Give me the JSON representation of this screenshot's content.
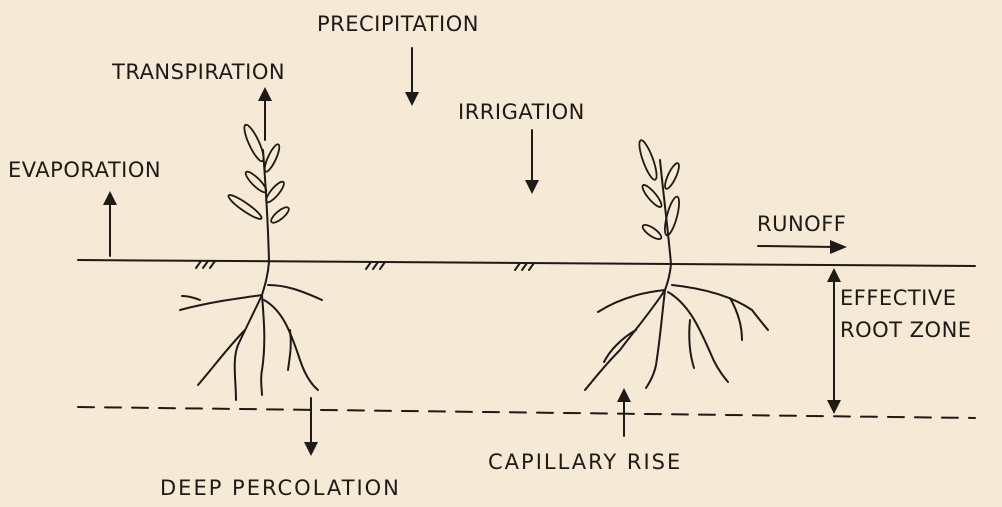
{
  "labels": {
    "precipitation": "PRECIPITATION",
    "transpiration": "TRANSPIRATION",
    "irrigation": "IRRIGATION",
    "evaporation": "EVAPORATION",
    "runoff": "RUNOFF",
    "effective_root_zone_line1": "EFFECTIVE",
    "effective_root_zone_line2": "ROOT ZONE",
    "capillary_rise": "CAPILLARY RISE",
    "deep_percolation": "DEEP PERCOLATION"
  }
}
